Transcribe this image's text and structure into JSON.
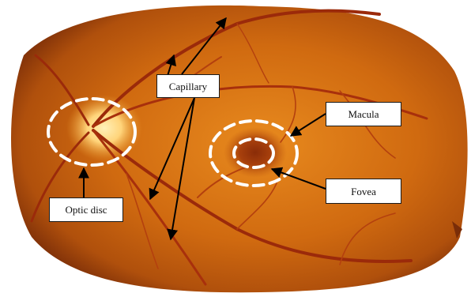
{
  "labels": {
    "capillary": "Capillary",
    "macula": "Macula",
    "fovea": "Fovea",
    "optic_disc": "Optic disc"
  },
  "colors": {
    "retina_orange": "#d06a10",
    "retina_dark": "#7a2d08",
    "optic_disc_yellow": "#ffd47a",
    "vessel_red": "#9b2a0a",
    "marker_white": "#ffffff",
    "arrow_black": "#000000"
  }
}
